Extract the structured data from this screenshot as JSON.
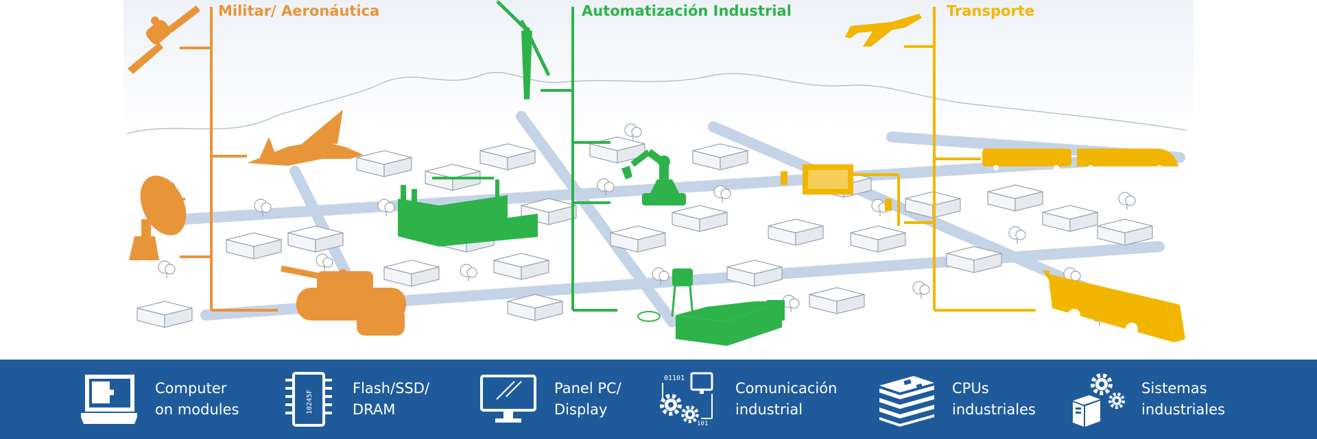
{
  "categories": {
    "military": {
      "title": "Militar/ Aeronáutica",
      "color": "#e8953a"
    },
    "automation": {
      "title": "Automatización Industrial",
      "color": "#2db34a"
    },
    "transport": {
      "title": "Transporte",
      "color": "#f2b600"
    }
  },
  "footer": {
    "background": "#1f5b9b",
    "items": [
      {
        "label": "Computer\non modules",
        "icon": "computer-module-icon"
      },
      {
        "label": "Flash/SSD/\nDRAM",
        "icon": "memory-chip-icon",
        "chip_text": "10245F"
      },
      {
        "label": "Panel PC/\nDisplay",
        "icon": "monitor-icon"
      },
      {
        "label": "Comunicación\nindustrial",
        "icon": "communication-gears-icon",
        "code_top": "01101",
        "code_bottom": "101"
      },
      {
        "label": "CPUs\nindustriales",
        "icon": "cpu-boards-icon"
      },
      {
        "label": "Sistemas\nindustriales",
        "icon": "system-gears-icon"
      }
    ]
  }
}
